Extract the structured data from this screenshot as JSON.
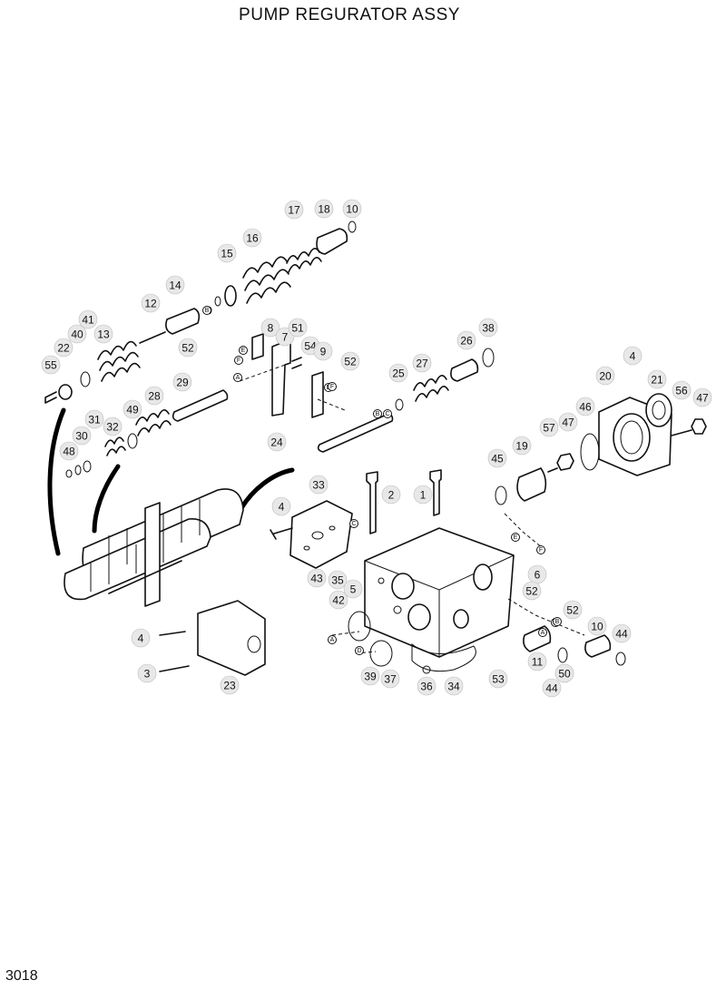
{
  "title": "PUMP REGURATOR  ASSY",
  "page_number": "3018",
  "callouts": [
    "17",
    "18",
    "10",
    "16",
    "15",
    "14",
    "12",
    "41",
    "40",
    "13",
    "22",
    "55",
    "52",
    "8",
    "7",
    "51",
    "54",
    "9",
    "52",
    "26",
    "38",
    "25",
    "27",
    "29",
    "28",
    "49",
    "31",
    "32",
    "30",
    "48",
    "24",
    "4",
    "20",
    "21",
    "56",
    "47",
    "46",
    "57",
    "47",
    "19",
    "45",
    "33",
    "2",
    "1",
    "4",
    "43",
    "35",
    "5",
    "42",
    "6",
    "52",
    "52",
    "10",
    "44",
    "50",
    "4",
    "3",
    "23",
    "39",
    "37",
    "36",
    "34",
    "53",
    "11",
    "50",
    "44"
  ],
  "refs": [
    "F",
    "E",
    "A",
    "B",
    "D",
    "C",
    "B",
    "A",
    "D",
    "E",
    "F",
    "E",
    "A",
    "B",
    "C",
    "F"
  ],
  "icons": {
    "spring": "coil-spring-icon",
    "spool": "spool-icon",
    "housing": "regulator-housing-icon"
  }
}
